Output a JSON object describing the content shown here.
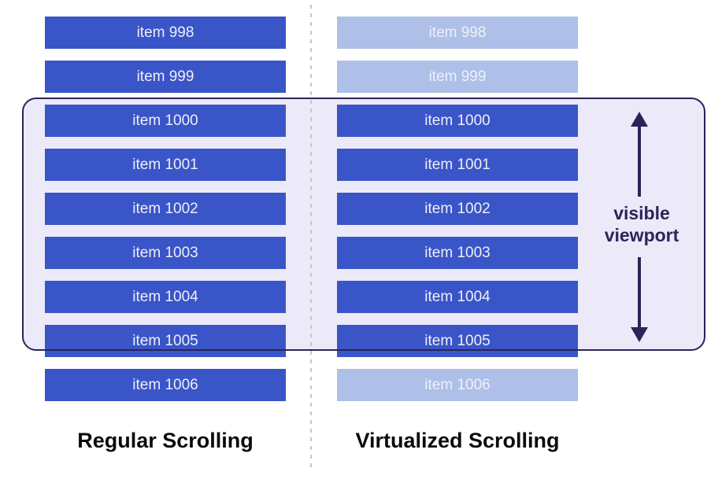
{
  "diagram": {
    "regular": {
      "title": "Regular Scrolling",
      "items": [
        {
          "label": "item 998",
          "rendered": true
        },
        {
          "label": "item 999",
          "rendered": true
        },
        {
          "label": "item 1000",
          "rendered": true
        },
        {
          "label": "item 1001",
          "rendered": true
        },
        {
          "label": "item 1002",
          "rendered": true
        },
        {
          "label": "item 1003",
          "rendered": true
        },
        {
          "label": "item 1004",
          "rendered": true
        },
        {
          "label": "item 1005",
          "rendered": true
        },
        {
          "label": "item 1006",
          "rendered": true
        }
      ]
    },
    "virtualized": {
      "title": "Virtualized Scrolling",
      "items": [
        {
          "label": "item 998",
          "rendered": false
        },
        {
          "label": "item 999",
          "rendered": false
        },
        {
          "label": "item 1000",
          "rendered": true
        },
        {
          "label": "item 1001",
          "rendered": true
        },
        {
          "label": "item 1002",
          "rendered": true
        },
        {
          "label": "item 1003",
          "rendered": true
        },
        {
          "label": "item 1004",
          "rendered": true
        },
        {
          "label": "item 1005",
          "rendered": true
        },
        {
          "label": "item 1006",
          "rendered": false
        }
      ]
    },
    "viewport_label": {
      "line1": "visible",
      "line2": "viewport"
    }
  },
  "colors": {
    "solid_bar": "#3A55C7",
    "faded_bar": "#AEC0E8",
    "viewport_fill": "#ECEAF8",
    "accent": "#2B2459",
    "divider": "#C6C6C6",
    "bar_text": "#EDF0FA",
    "title_text": "#0B0B0B"
  }
}
